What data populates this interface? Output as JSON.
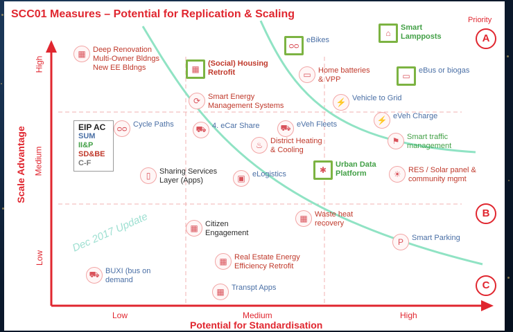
{
  "title": "SCC01 Measures – Potential for Replication & Scaling",
  "priority": {
    "label": "Priority",
    "levels": [
      "A",
      "B",
      "C"
    ]
  },
  "x_axis": {
    "title": "Potential for Standardisation",
    "ticks": [
      "Low",
      "Medium",
      "High"
    ]
  },
  "y_axis": {
    "title": "Scale Advantage",
    "ticks": [
      "High",
      "Medium",
      "Low"
    ]
  },
  "legend": {
    "title": "EIP AC",
    "entries": [
      {
        "label": "SUM",
        "color": "#4a6fa5"
      },
      {
        "label": "II&P",
        "color": "#43a047"
      },
      {
        "label": "SD&BE",
        "color": "#c0392b"
      },
      {
        "label": "C-F",
        "color": "#777777"
      }
    ]
  },
  "update_note": "Dec 2017 Update",
  "measures": [
    {
      "text": "Deep Renovation\nMulti-Owner Bldngs\nNew EE Bldngs",
      "color": "red",
      "icon": "building-icon",
      "icon_glyph": "▦"
    },
    {
      "text": "(Social) Housing\nRetrofit",
      "color": "red",
      "bold": true,
      "highlight": true,
      "icon": "housing-icon",
      "icon_glyph": "▦"
    },
    {
      "text": "eBikes",
      "color": "blue",
      "highlight": true,
      "icon": "bike-icon",
      "icon_glyph": "ᴑᴑ"
    },
    {
      "text": "Smart\nLampposts",
      "color": "green",
      "bold": true,
      "highlight": true,
      "icon": "lamppost-icon",
      "icon_glyph": "⌂"
    },
    {
      "text": "Home batteries\n& VPP",
      "color": "red",
      "icon": "battery-icon",
      "icon_glyph": "▭"
    },
    {
      "text": "eBus or biogas",
      "color": "blue",
      "highlight": true,
      "icon": "bus-icon",
      "icon_glyph": "▭"
    },
    {
      "text": "Smart Energy\nManagement Systems",
      "color": "red",
      "icon": "energy-management-icon",
      "icon_glyph": "⟳"
    },
    {
      "text": "Vehicle to Grid",
      "color": "blue",
      "icon": "vehicle-grid-icon",
      "icon_glyph": "⚡"
    },
    {
      "text": "Cycle Paths",
      "color": "blue",
      "icon": "cycle-path-icon",
      "icon_glyph": "ᴑᴑ"
    },
    {
      "text": "4. eCar Share",
      "color": "blue",
      "icon": "car-share-icon",
      "icon_glyph": "⛟"
    },
    {
      "text": "eVeh Fleets",
      "color": "blue",
      "icon": "fleet-icon",
      "icon_glyph": "⛟"
    },
    {
      "text": "eVeh Charge",
      "color": "blue",
      "icon": "charge-icon",
      "icon_glyph": "⚡"
    },
    {
      "text": "District Heating\n& Cooling",
      "color": "red",
      "icon": "district-heating-icon",
      "icon_glyph": "♨"
    },
    {
      "text": "Smart traffic\nmanagement",
      "color": "green",
      "icon": "traffic-icon",
      "icon_glyph": "⚑"
    },
    {
      "text": "Sharing Services\nLayer (Apps)",
      "color": "dark",
      "icon": "apps-icon",
      "icon_glyph": "▯"
    },
    {
      "text": "eLogistics",
      "color": "blue",
      "icon": "logistics-icon",
      "icon_glyph": "▣"
    },
    {
      "text": "Urban Data\nPlatform",
      "color": "green",
      "bold": true,
      "highlight": true,
      "icon": "data-platform-icon",
      "icon_glyph": "✱"
    },
    {
      "text": "RES / Solar panel &\ncommunity mgmt",
      "color": "red",
      "icon": "solar-icon",
      "icon_glyph": "☀"
    },
    {
      "text": "Citizen\nEngagement",
      "color": "dark",
      "icon": "citizen-icon",
      "icon_glyph": "▦"
    },
    {
      "text": "Waste heat\nrecovery",
      "color": "red",
      "icon": "waste-heat-icon",
      "icon_glyph": "▦"
    },
    {
      "text": "Smart Parking",
      "color": "blue",
      "icon": "parking-icon",
      "icon_glyph": "P"
    },
    {
      "text": "Real Estate Energy\nEfficiency Retrofit",
      "color": "red",
      "icon": "real-estate-icon",
      "icon_glyph": "▦"
    },
    {
      "text": "BUXI (bus on\ndemand",
      "color": "blue",
      "icon": "buxi-icon",
      "icon_glyph": "⛟"
    },
    {
      "text": "Transpt Apps",
      "color": "blue",
      "icon": "transport-apps-icon",
      "icon_glyph": "▦"
    }
  ]
}
